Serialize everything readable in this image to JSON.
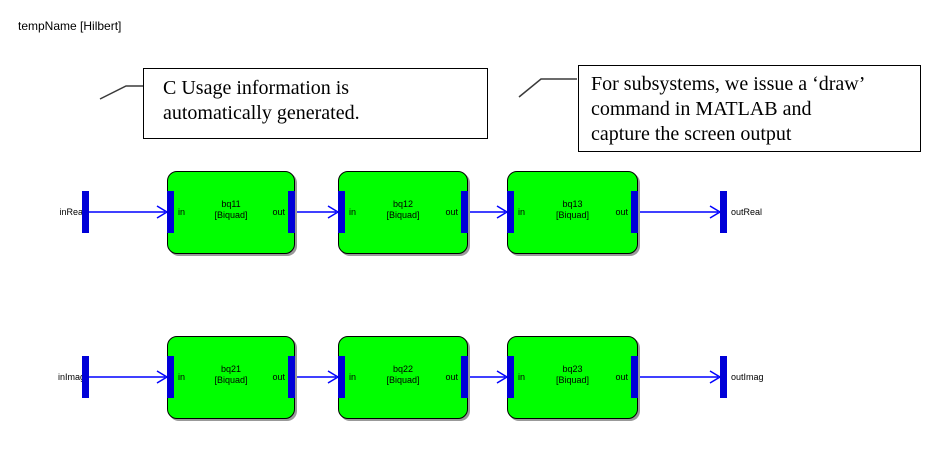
{
  "title": "tempName [Hilbert]",
  "callouts": [
    {
      "lines": [
        "C Usage information is",
        "automatically generated."
      ]
    },
    {
      "lines": [
        "For subsystems, we issue a ‘draw’",
        "command in MATLAB and",
        "capture the screen output"
      ]
    }
  ],
  "diagram": {
    "ports": {
      "in": "in",
      "out": "out"
    },
    "rows": [
      {
        "input_label": "inReal",
        "output_label": "outReal",
        "blocks": [
          {
            "name": "bq11",
            "type": "[Biquad]"
          },
          {
            "name": "bq12",
            "type": "[Biquad]"
          },
          {
            "name": "bq13",
            "type": "[Biquad]"
          }
        ]
      },
      {
        "input_label": "inImag",
        "output_label": "outImag",
        "blocks": [
          {
            "name": "bq21",
            "type": "[Biquad]"
          },
          {
            "name": "bq22",
            "type": "[Biquad]"
          },
          {
            "name": "bq23",
            "type": "[Biquad]"
          }
        ]
      }
    ],
    "colors": {
      "block_fill": "#00ff00",
      "wire": "#0000ff",
      "port_bar": "#0000d8"
    }
  }
}
